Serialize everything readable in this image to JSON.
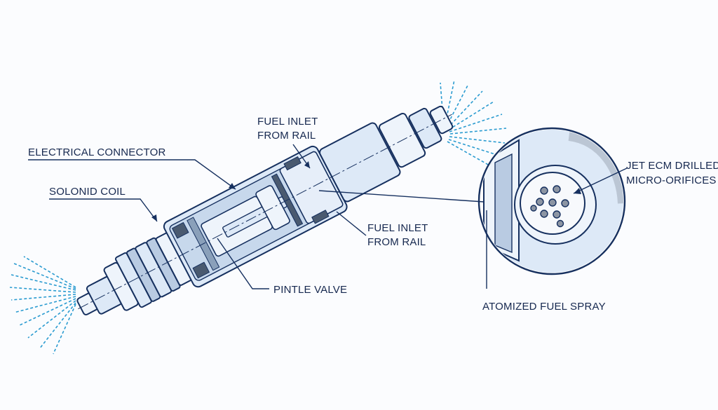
{
  "labels": {
    "electrical_connector": "ELECTRICAL CONNECTOR",
    "solenoid_coil": "SOLONID COIL",
    "fuel_inlet_top_1": "FUEL INLET",
    "fuel_inlet_top_2": "FROM RAIL",
    "fuel_inlet_mid_1": "FUEL INLET",
    "fuel_inlet_mid_2": "FROM RAIL",
    "pintle_valve": "PINTLE VALVE",
    "micro_orifices_1": "JET ECM DRILLED",
    "micro_orifices_2": "MICRO-ORIFICES",
    "atomized_spray": "ATOMIZED FUEL SPRAY"
  },
  "colors": {
    "outline": "#16305f",
    "label_text": "#16284f",
    "body_fill": "#dde9f7",
    "body_fill_light": "#eef4fb",
    "body_fill_dark": "#b9cbe2",
    "spray": "#2a9bd0"
  },
  "icons": {
    "injector": "fuel-injector-icon",
    "spray": "spray-icon",
    "detail": "magnifier-detail-icon"
  }
}
